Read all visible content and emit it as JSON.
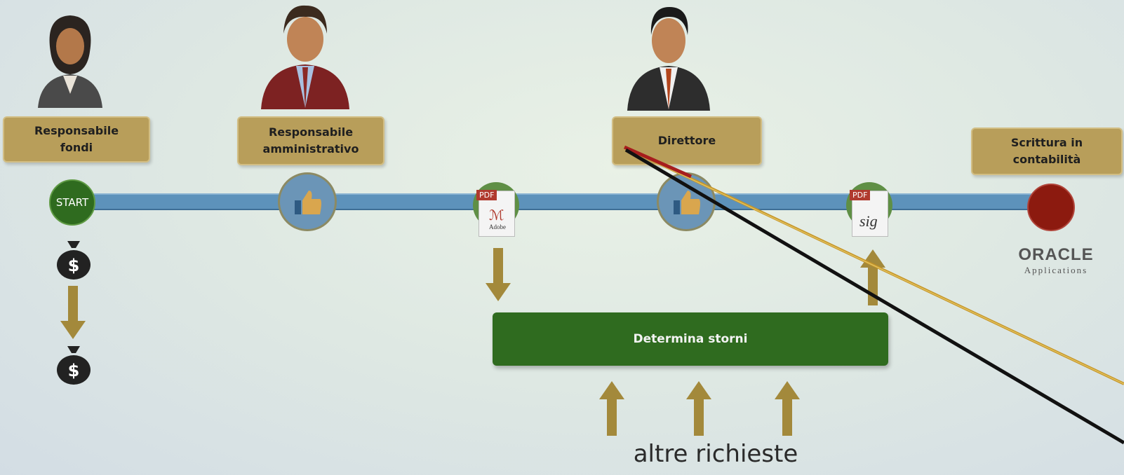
{
  "roles": [
    {
      "label": "Responsabile fondi"
    },
    {
      "label": "Responsabile amministrativo"
    },
    {
      "label": "Direttore"
    },
    {
      "label": "Scrittura in contabilità"
    }
  ],
  "timeline": {
    "start_label": "START",
    "pdf_label": "PDF",
    "adobe_label": "Adobe",
    "sig_label": "sig"
  },
  "process_box": {
    "label": "Determina storni"
  },
  "footer_caption": "altre richieste",
  "oracle": {
    "brand": "ORACLE",
    "sub": "Applications"
  },
  "colors": {
    "role_box": "#b89e5a",
    "timeline": "#5d92bb",
    "start": "#2f6b1f",
    "end": "#8c1a0f",
    "process": "#2f6b1f",
    "arrow": "#a3893b"
  }
}
